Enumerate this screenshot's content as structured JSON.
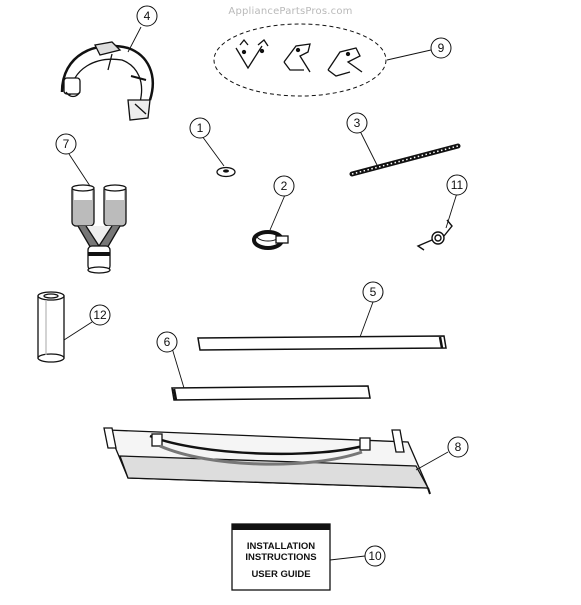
{
  "watermark": "AppliancePartsPros.com",
  "parts": [
    {
      "id": "4",
      "label": "4"
    },
    {
      "id": "9",
      "label": "9"
    },
    {
      "id": "1",
      "label": "1"
    },
    {
      "id": "3",
      "label": "3"
    },
    {
      "id": "7",
      "label": "7"
    },
    {
      "id": "2",
      "label": "2"
    },
    {
      "id": "11",
      "label": "11"
    },
    {
      "id": "5",
      "label": "5"
    },
    {
      "id": "12",
      "label": "12"
    },
    {
      "id": "6",
      "label": "6"
    },
    {
      "id": "8",
      "label": "8"
    },
    {
      "id": "10",
      "label": "10"
    }
  ],
  "booklet": {
    "line1": "INSTALLATION",
    "line2": "INSTRUCTIONS",
    "line3": "USER GUIDE"
  }
}
